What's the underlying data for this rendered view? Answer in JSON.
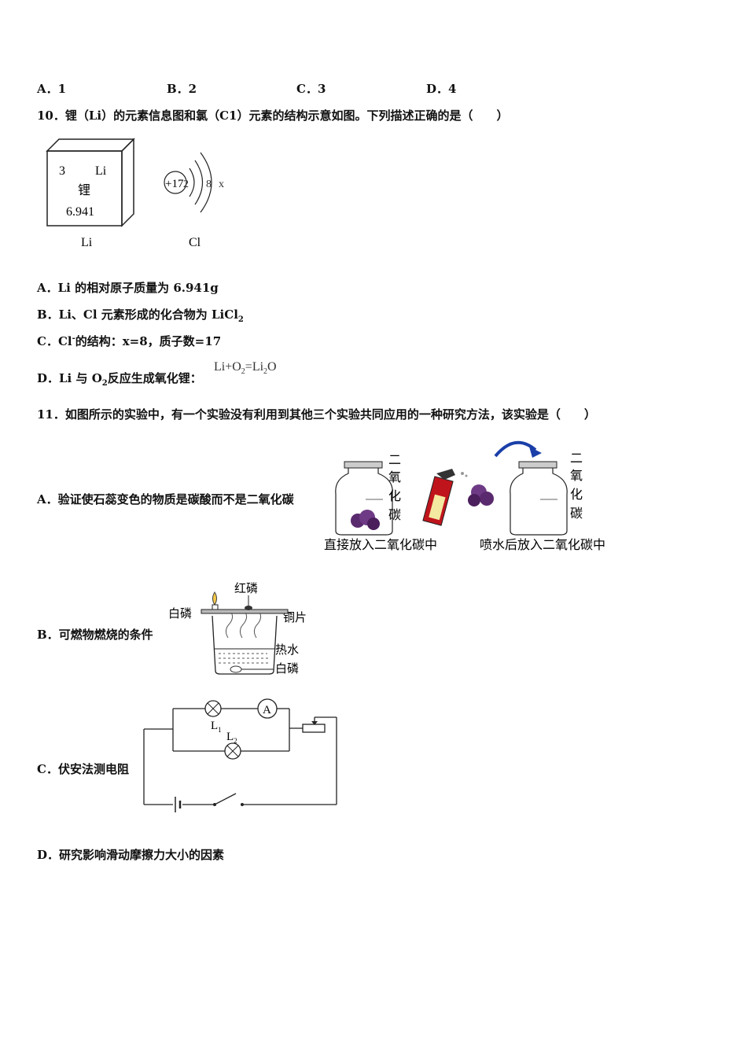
{
  "q9_options": [
    "A．1",
    "B．2",
    "C．3",
    "D．4"
  ],
  "q10": {
    "stem": "10．锂（Li）的元素信息图和氯（C1）元素的结构示意如图。下列描述正确的是（　　）",
    "li_box": {
      "number": "3",
      "symbol": "Li",
      "name": "锂",
      "mass": "6.941",
      "caption": "Li"
    },
    "cl_diagram": {
      "nucleus": "+17",
      "shell1": "2",
      "shell2": "8",
      "shell3": "x",
      "caption": "Cl"
    },
    "option_a": "A．Li 的相对原子质量为 6.941g",
    "option_b_prefix": "B．Li、Cl 元素形成的化合物为 LiCl",
    "option_b_sub": "2",
    "option_c_prefix": "C．Cl",
    "option_c_sup": "-",
    "option_c_suffix": "的结构：x=8，质子数=17",
    "option_d_prefix": "D．Li 与 O",
    "option_d_sub": "2",
    "option_d_suffix": "反应生成氧化锂：",
    "equation": {
      "a": "Li+O",
      "a_sub": "2",
      "b": "=Li",
      "b_sub": "2",
      "c": "O"
    }
  },
  "q11": {
    "stem": "11．如图所示的实验中，有一个实验没有利用到其他三个实验共同应用的一种研究方法，该实验是（　　）",
    "option_a": "A．验证使石蕊变色的物质是碳酸而不是二氧化碳",
    "fig_a": {
      "gas_chars": [
        "二",
        "氧",
        "化",
        "碳"
      ],
      "caption_left": "直接放入二氧化碳中",
      "caption_right": "喷水后放入二氧化碳中"
    },
    "option_b": "B．可燃物燃烧的条件",
    "fig_b": {
      "red_p": "红磷",
      "white_p_top": "白磷",
      "copper": "铜片",
      "hot_water": "热水",
      "white_p_bottom": "白磷"
    },
    "option_c": "C．伏安法测电阻",
    "fig_c": {
      "l1": "L",
      "l1_sub": "1",
      "l2": "L",
      "l2_sub": "2",
      "ammeter": "A"
    },
    "option_d": "D．研究影响滑动摩擦力大小的因素"
  }
}
